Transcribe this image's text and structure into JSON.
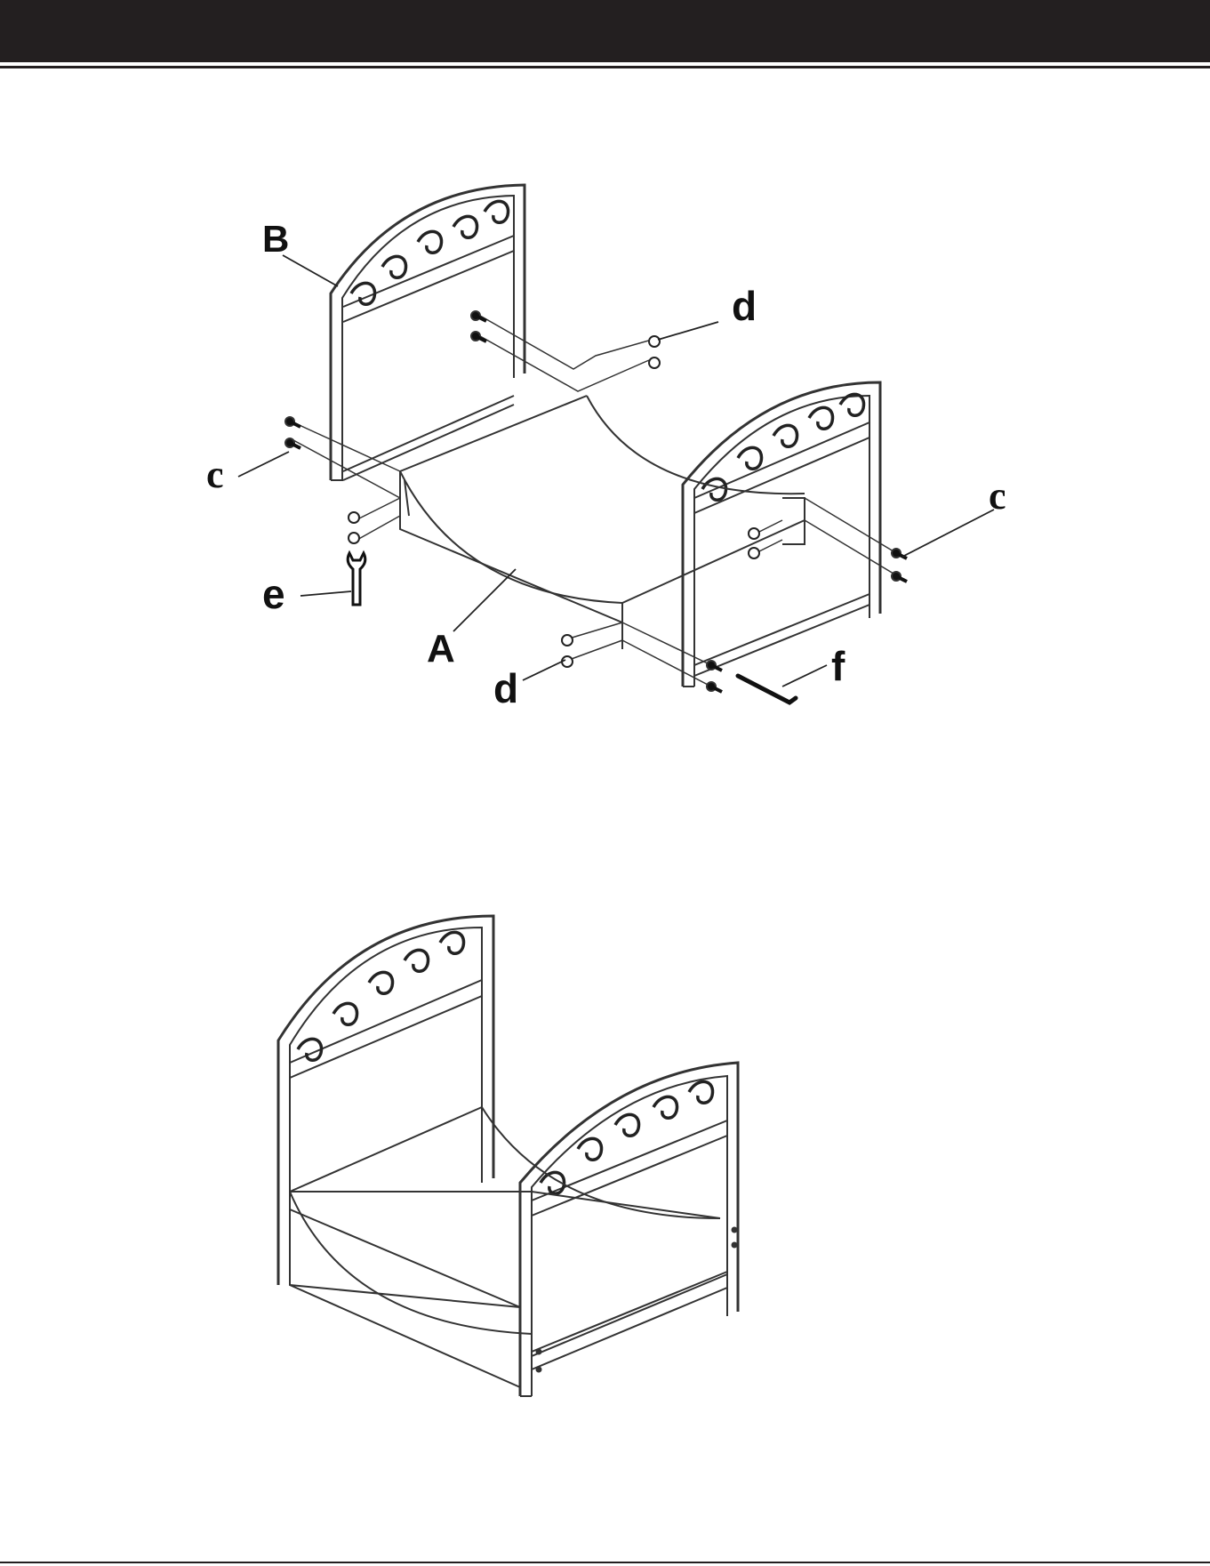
{
  "diagram": {
    "labels": {
      "panel_a": "A",
      "end_frame_b": "B",
      "bolt_left": "c",
      "bolt_right": "c",
      "nut_top": "d",
      "nut_bottom": "d",
      "wrench": "e",
      "allen_key": "f"
    }
  },
  "colors": {
    "ink": "#231f20",
    "line": "#333333"
  },
  "icons": [
    "bolt-icon",
    "nut-icon",
    "wrench-icon",
    "allen-key-icon"
  ]
}
